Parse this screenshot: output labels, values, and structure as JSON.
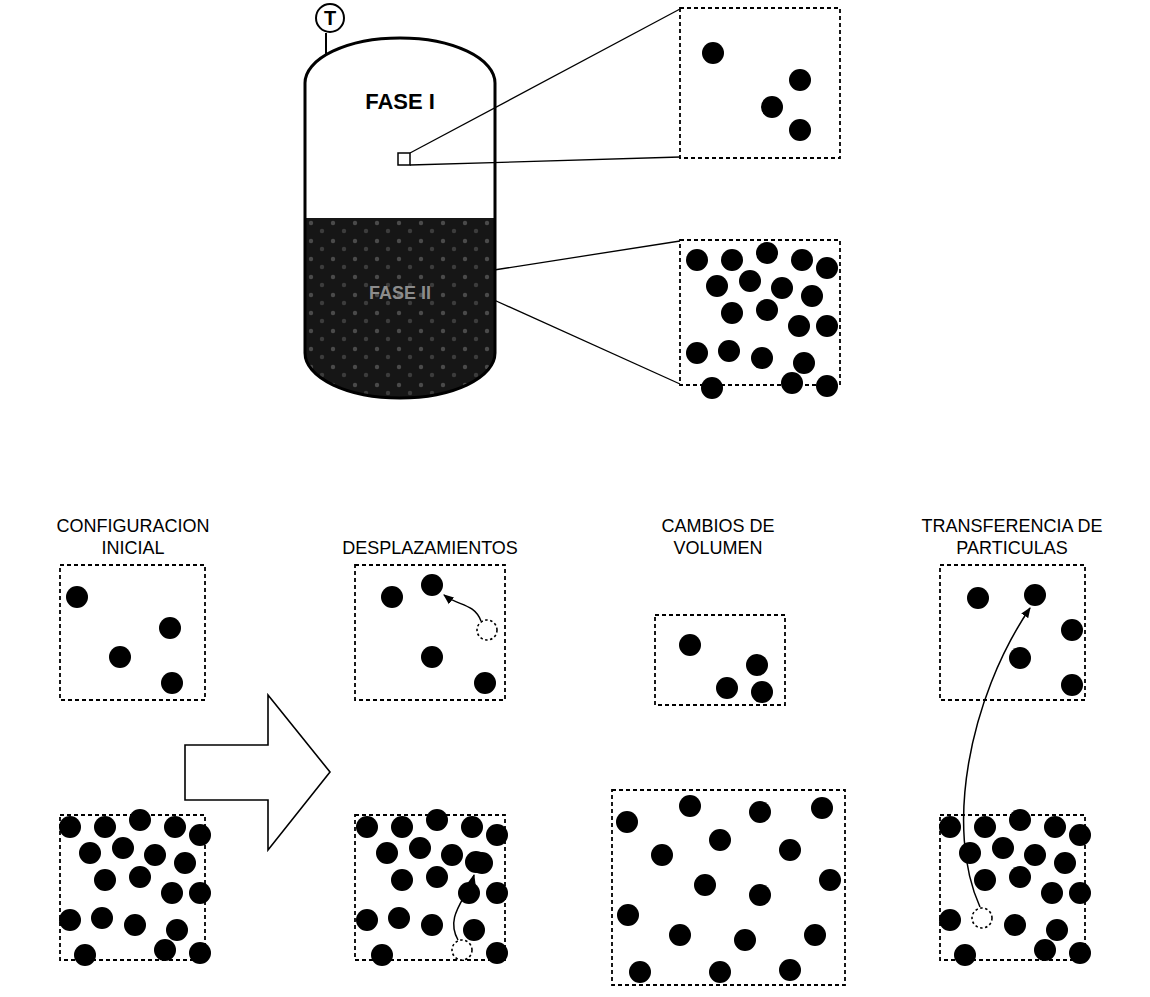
{
  "diagram": {
    "nodes": [
      {
        "text": [
          "T"
        ]
      },
      {
        "text": [
          "FASE I",
          "FASE II"
        ]
      }
    ],
    "edges": [
      {
        "from": 0,
        "to": 1,
        "arrow": "none"
      }
    ],
    "labels": [
      "CONFIGURACION INICIAL",
      "DESPLAZAMIENTOS",
      "CAMBIOS DE VOLUMEN",
      "TRANSFERENCIA DE PARTICULAS"
    ]
  }
}
